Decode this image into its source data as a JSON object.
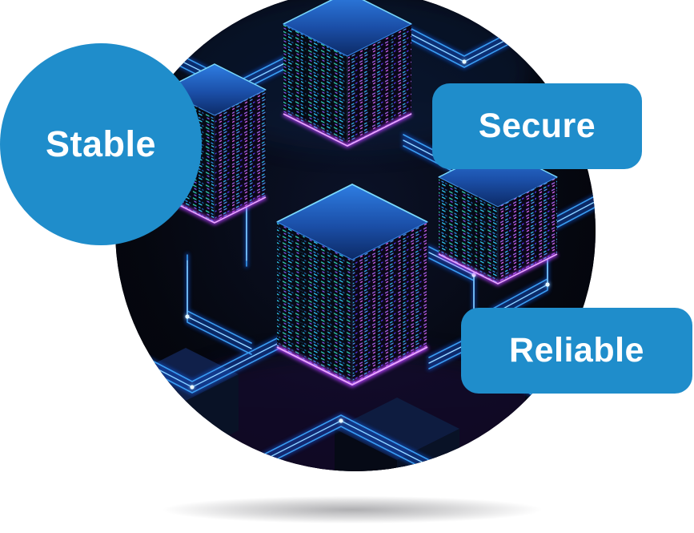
{
  "badges": {
    "stable": {
      "label": "Stable"
    },
    "secure": {
      "label": "Secure"
    },
    "reliable": {
      "label": "Reliable"
    }
  },
  "colors": {
    "badge_blue": "#1f8dcb",
    "badge_text": "#ffffff",
    "scene_background": "#04050a",
    "neon_blue": "#3fa9ff",
    "neon_cyan": "#35e2c2",
    "neon_purple": "#b63cff",
    "server_top_blue": "#1b4fa8"
  },
  "illustration": {
    "name": "isometric-server-cluster"
  }
}
